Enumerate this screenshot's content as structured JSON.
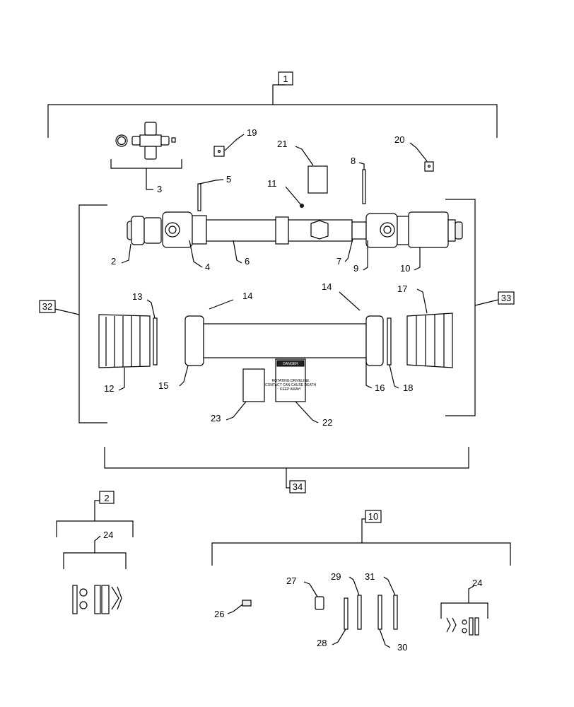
{
  "callouts": {
    "c1": "1",
    "c2": "2",
    "c3": "3",
    "c4": "4",
    "c5": "5",
    "c6": "6",
    "c7": "7",
    "c8": "8",
    "c9": "9",
    "c10": "10",
    "c11": "11",
    "c12": "12",
    "c13": "13",
    "c14a": "14",
    "c14b": "14",
    "c15": "15",
    "c16": "16",
    "c17": "17",
    "c18": "18",
    "c19": "19",
    "c20": "20",
    "c21": "21",
    "c22": "22",
    "c23": "23",
    "c24a": "24",
    "c24b": "24",
    "c26": "26",
    "c27": "27",
    "c28": "28",
    "c29": "29",
    "c30": "30",
    "c31": "31",
    "box2": "2",
    "box10": "10",
    "box32": "32",
    "box33": "33",
    "box34": "34"
  },
  "danger_decal": {
    "title": "DANGER",
    "lines": [
      "ROTATING DRIVELINE",
      "CONTACT CAN CAUSE DEATH",
      "KEEP AWAY!"
    ]
  }
}
